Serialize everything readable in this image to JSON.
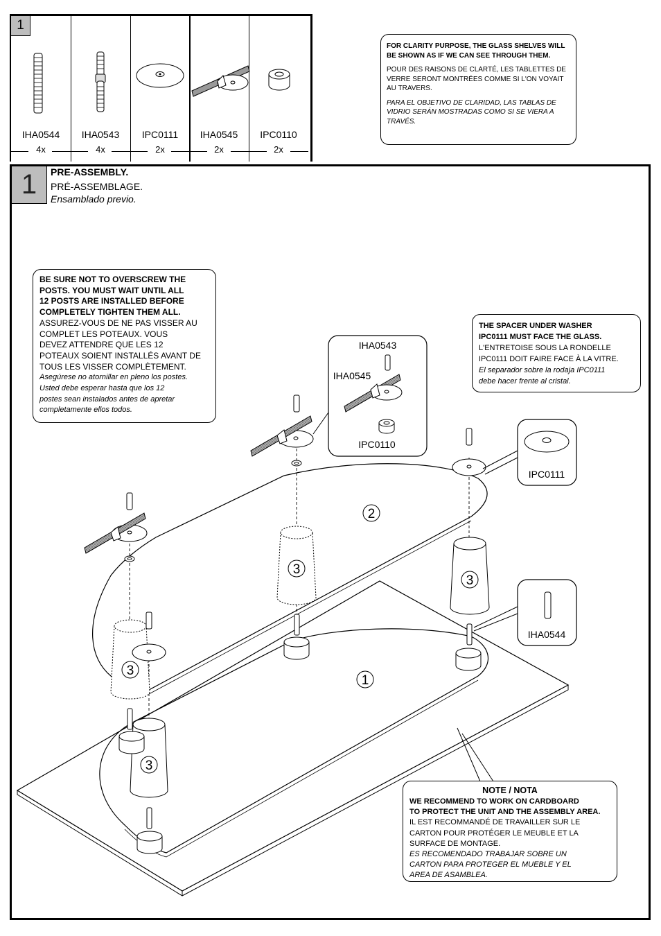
{
  "parts_table": {
    "step": "1",
    "parts": [
      {
        "code": "IHA0544",
        "qty": "4x"
      },
      {
        "code": "IHA0543",
        "qty": "4x"
      },
      {
        "code": "IPC0111",
        "qty": "2x"
      },
      {
        "code": "IHA0545",
        "qty": "2x"
      },
      {
        "code": "IPC0110",
        "qty": "2x"
      }
    ]
  },
  "clarity_note": {
    "en": "FOR CLARITY PURPOSE, THE GLASS SHELVES WILL BE SHOWN AS IF WE CAN SEE THROUGH THEM.",
    "fr": "POUR DES RAISONS DE CLARTÉ, LES TABLETTES DE VERRE SERONT MONTRÉES COMME SI L'ON VOYAIT AU TRAVERS.",
    "es": "PARA EL OBJETIVO DE CLARIDAD, LAS TABLAS DE VIDRIO SERÁN MOSTRADAS COMO SI SE VIERA A TRAVÉS."
  },
  "step": {
    "number": "1",
    "title_en": "PRE-ASSEMBLY.",
    "title_fr": "PRÉ-ASSEMBLAGE.",
    "title_es": "Ensamblado previo."
  },
  "warning_note": {
    "en": [
      "BE SURE NOT TO OVERSCREW THE",
      "POSTS. YOU MUST WAIT UNTIL ALL",
      "12 POSTS ARE INSTALLED BEFORE",
      "COMPLETELY TIGHTEN THEM ALL."
    ],
    "fr": [
      "ASSUREZ-VOUS DE NE PAS VISSER AU",
      "COMPLET LES POTEAUX. VOUS",
      "DEVEZ ATTENDRE QUE  LES 12",
      "POTEAUX SOIENT INSTALLÉS AVANT DE",
      "TOUS LES VISSER COMPLÈTEMENT."
    ],
    "es": [
      "Asegúrese no atornillar en pleno los postes.",
      "Usted debe esperar hasta que los 12",
      "postes sean instalados antes de apretar",
      "completamente ellos todos."
    ]
  },
  "spacer_note": {
    "en": [
      "THE SPACER UNDER WASHER",
      "IPC0111 MUST FACE THE GLASS."
    ],
    "fr": [
      "L'ENTRETOISE SOUS LA RONDELLE",
      "IPC0111 DOIT FAIRE FACE À LA VITRE."
    ],
    "es": [
      "El separador sobre la rodaja IPC0111",
      "debe hacer frente al cristal."
    ]
  },
  "cardboard_note": {
    "heading": "NOTE / NOTA",
    "en": [
      "WE RECOMMEND TO WORK ON CARDBOARD",
      "TO PROTECT THE UNIT AND THE ASSEMBLY AREA."
    ],
    "fr": [
      "IL EST RECOMMANDÉ DE TRAVAILLER SUR LE",
      "CARTON POUR PROTÉGER LE MEUBLE ET LA",
      "SURFACE DE MONTAGE."
    ],
    "es": [
      "ES RECOMENDADO TRABAJAR SOBRE UN",
      "CARTON PARA PROTEGER EL MUEBLE Y EL",
      "AREA DE ASAMBLEA."
    ]
  },
  "callouts": {
    "detail_top": {
      "part_a": "IHA0543",
      "part_b": "IHA0545",
      "part_c": "IPC0110"
    },
    "washer": "IPC0111",
    "screw": "IHA0544"
  },
  "labels": {
    "shelf_top": "2",
    "shelf_bottom": "1",
    "post": "3"
  }
}
